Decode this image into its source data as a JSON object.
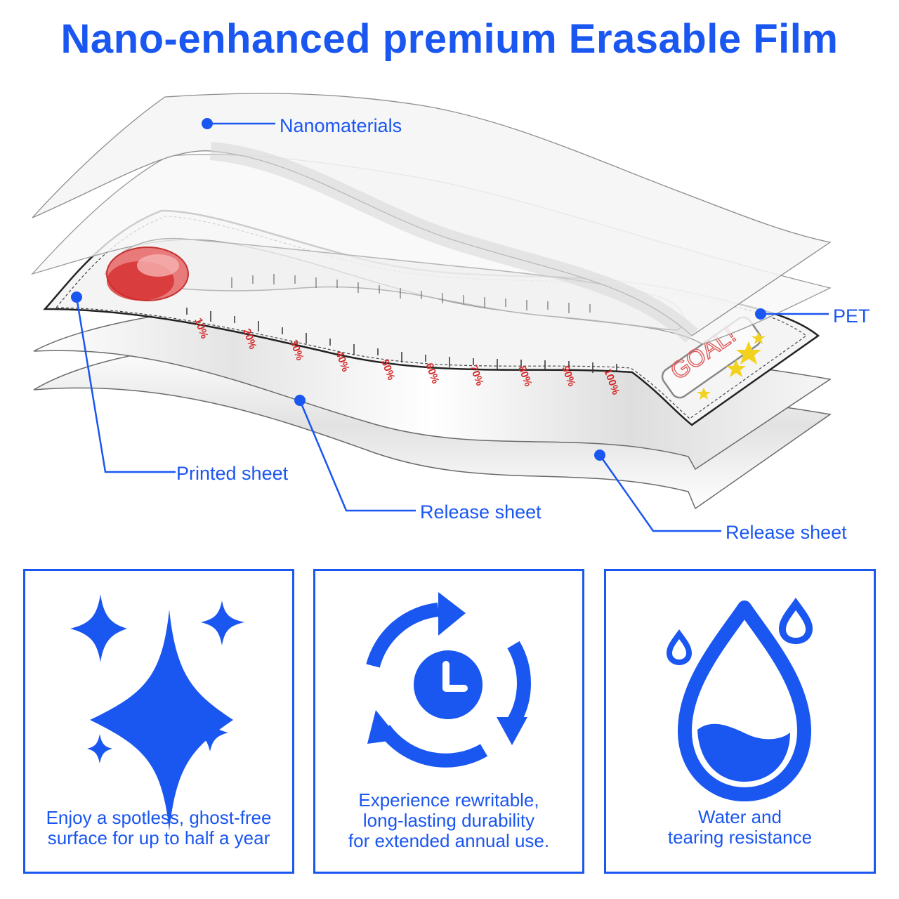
{
  "title": "Nano-enhanced premium Erasable Film",
  "colors": {
    "accent": "#1a56f0",
    "marker_red": "#d42a2a",
    "star_yellow": "#f2d21f",
    "layer_line": "#6b6b6b"
  },
  "layers": [
    {
      "label": "Nanomaterials"
    },
    {
      "label": "PET"
    },
    {
      "label": "Printed sheet"
    },
    {
      "label": "Release sheet"
    },
    {
      "label": "Release sheet"
    }
  ],
  "printed_sheet": {
    "percent_marks": [
      "10%",
      "20%",
      "30%",
      "40%",
      "50%",
      "60%",
      "70%",
      "80%",
      "90%",
      "100%"
    ],
    "goal_text": "GOAL!"
  },
  "features": [
    {
      "icon": "sparkle-icon",
      "lines": [
        "Enjoy a spotless, ghost-free",
        "surface for up to half a year"
      ]
    },
    {
      "icon": "recycle-clock-icon",
      "lines": [
        "Experience rewritable,",
        "long-lasting durability",
        "for extended annual use."
      ]
    },
    {
      "icon": "water-drop-icon",
      "lines": [
        "Water and",
        "tearing resistance"
      ]
    }
  ]
}
